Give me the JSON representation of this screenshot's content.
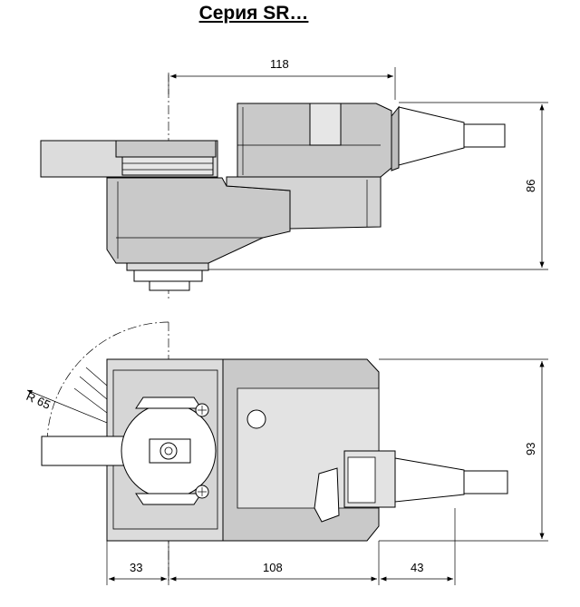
{
  "title": "Серия SR…",
  "dimensions": {
    "top_width": "118",
    "top_height": "86",
    "bottom_height": "93",
    "bottom_left": "33",
    "bottom_middle": "108",
    "bottom_right": "43",
    "radius": "R 65"
  }
}
